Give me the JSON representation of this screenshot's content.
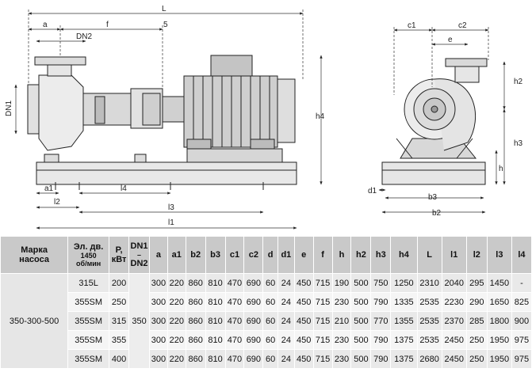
{
  "drawing": {
    "labels": {
      "L": "L",
      "a": "a",
      "f": "f",
      "DN2": "DN2",
      "five": "5",
      "DN1": "DN1",
      "h4": "h4",
      "a1": "a1",
      "l2": "l2",
      "l4": "l4",
      "l3": "l3",
      "l1": "l1",
      "c1": "c1",
      "c2": "c2",
      "e": "e",
      "h2": "h2",
      "h3": "h3",
      "h": "h",
      "d1": "d1",
      "b3": "b3",
      "b2": "b2"
    }
  },
  "table": {
    "headers": {
      "brand": [
        "Марка",
        "насоса"
      ],
      "motor": [
        "Эл. дв.",
        "1450",
        "об/мин"
      ],
      "power": [
        "P,",
        "кВт"
      ],
      "dn": [
        "DN1",
        "–",
        "DN2"
      ],
      "cols": [
        "a",
        "a1",
        "b2",
        "b3",
        "c1",
        "c2",
        "d",
        "d1",
        "e",
        "f",
        "h",
        "h2",
        "h3",
        "h4",
        "L",
        "l1",
        "l2",
        "l3",
        "l4"
      ]
    },
    "model": "350-300-500",
    "dn_value": "350",
    "rows": [
      {
        "motor": "315L",
        "power": "200",
        "vals": [
          "300",
          "220",
          "860",
          "810",
          "470",
          "690",
          "60",
          "24",
          "450",
          "715",
          "190",
          "500",
          "750",
          "1250",
          "2310",
          "2040",
          "295",
          "1450",
          "-"
        ]
      },
      {
        "motor": "355SM",
        "power": "250",
        "vals": [
          "300",
          "220",
          "860",
          "810",
          "470",
          "690",
          "60",
          "24",
          "450",
          "715",
          "230",
          "500",
          "790",
          "1335",
          "2535",
          "2230",
          "290",
          "1650",
          "825"
        ]
      },
      {
        "motor": "355SM",
        "power": "315",
        "vals": [
          "300",
          "220",
          "860",
          "810",
          "470",
          "690",
          "60",
          "24",
          "450",
          "715",
          "210",
          "500",
          "770",
          "1355",
          "2535",
          "2370",
          "285",
          "1800",
          "900"
        ]
      },
      {
        "motor": "355SM",
        "power": "355",
        "vals": [
          "300",
          "220",
          "860",
          "810",
          "470",
          "690",
          "60",
          "24",
          "450",
          "715",
          "230",
          "500",
          "790",
          "1375",
          "2535",
          "2450",
          "250",
          "1950",
          "975"
        ]
      },
      {
        "motor": "355SM",
        "power": "400",
        "vals": [
          "300",
          "220",
          "860",
          "810",
          "470",
          "690",
          "60",
          "24",
          "450",
          "715",
          "230",
          "500",
          "790",
          "1375",
          "2680",
          "2450",
          "250",
          "1950",
          "975"
        ]
      }
    ]
  }
}
